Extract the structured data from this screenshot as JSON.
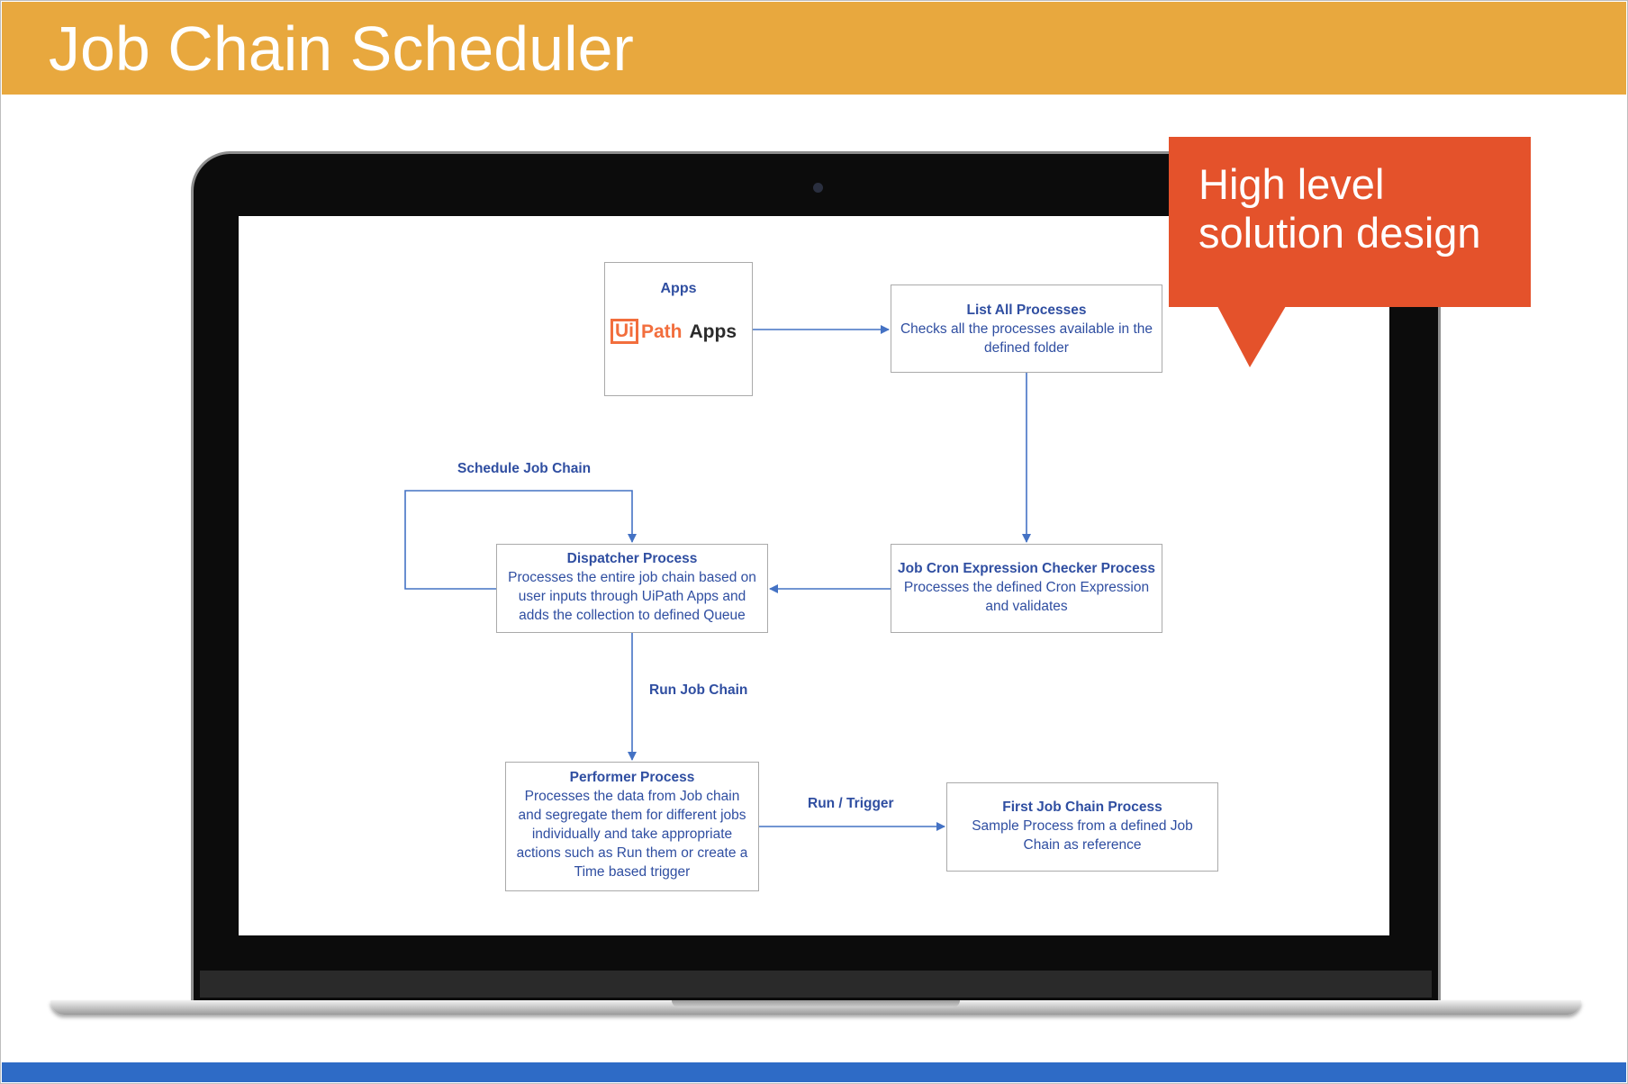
{
  "slide": {
    "title": "Job Chain Scheduler",
    "colors": {
      "header": "#e8a83e",
      "footer": "#2e6bc6",
      "callout": "#e4522b",
      "diagram_text": "#2f4ea1",
      "arrow": "#4472c4"
    }
  },
  "callout": {
    "line1": "High level",
    "line2": "solution design"
  },
  "diagram": {
    "apps": {
      "title": "Apps",
      "logo_ui": "Ui",
      "logo_path": "Path",
      "logo_apps": "Apps"
    },
    "list_all": {
      "title": "List All Processes",
      "line1": "Checks all the processes available in the",
      "line2": "defined folder"
    },
    "cron_checker": {
      "title": "Job Cron Expression Checker Process",
      "line1": "Processes the defined Cron Expression",
      "line2": "and validates"
    },
    "dispatcher": {
      "title": "Dispatcher Process",
      "line1": "Processes the entire job chain based on",
      "line2": "user inputs through UiPath Apps and",
      "line3": "adds the collection to defined Queue"
    },
    "performer": {
      "title": "Performer Process",
      "line1": "Processes the data from Job chain",
      "line2": "and segregate them for different jobs",
      "line3": "individually and take appropriate",
      "line4": "actions such as Run them or create a",
      "line5": "Time based trigger"
    },
    "first_job": {
      "title": "First Job Chain Process",
      "line1": "Sample Process from a defined Job",
      "line2": "Chain as reference"
    },
    "labels": {
      "schedule": "Schedule Job Chain",
      "run": "Run Job Chain",
      "trigger": "Run / Trigger"
    }
  }
}
